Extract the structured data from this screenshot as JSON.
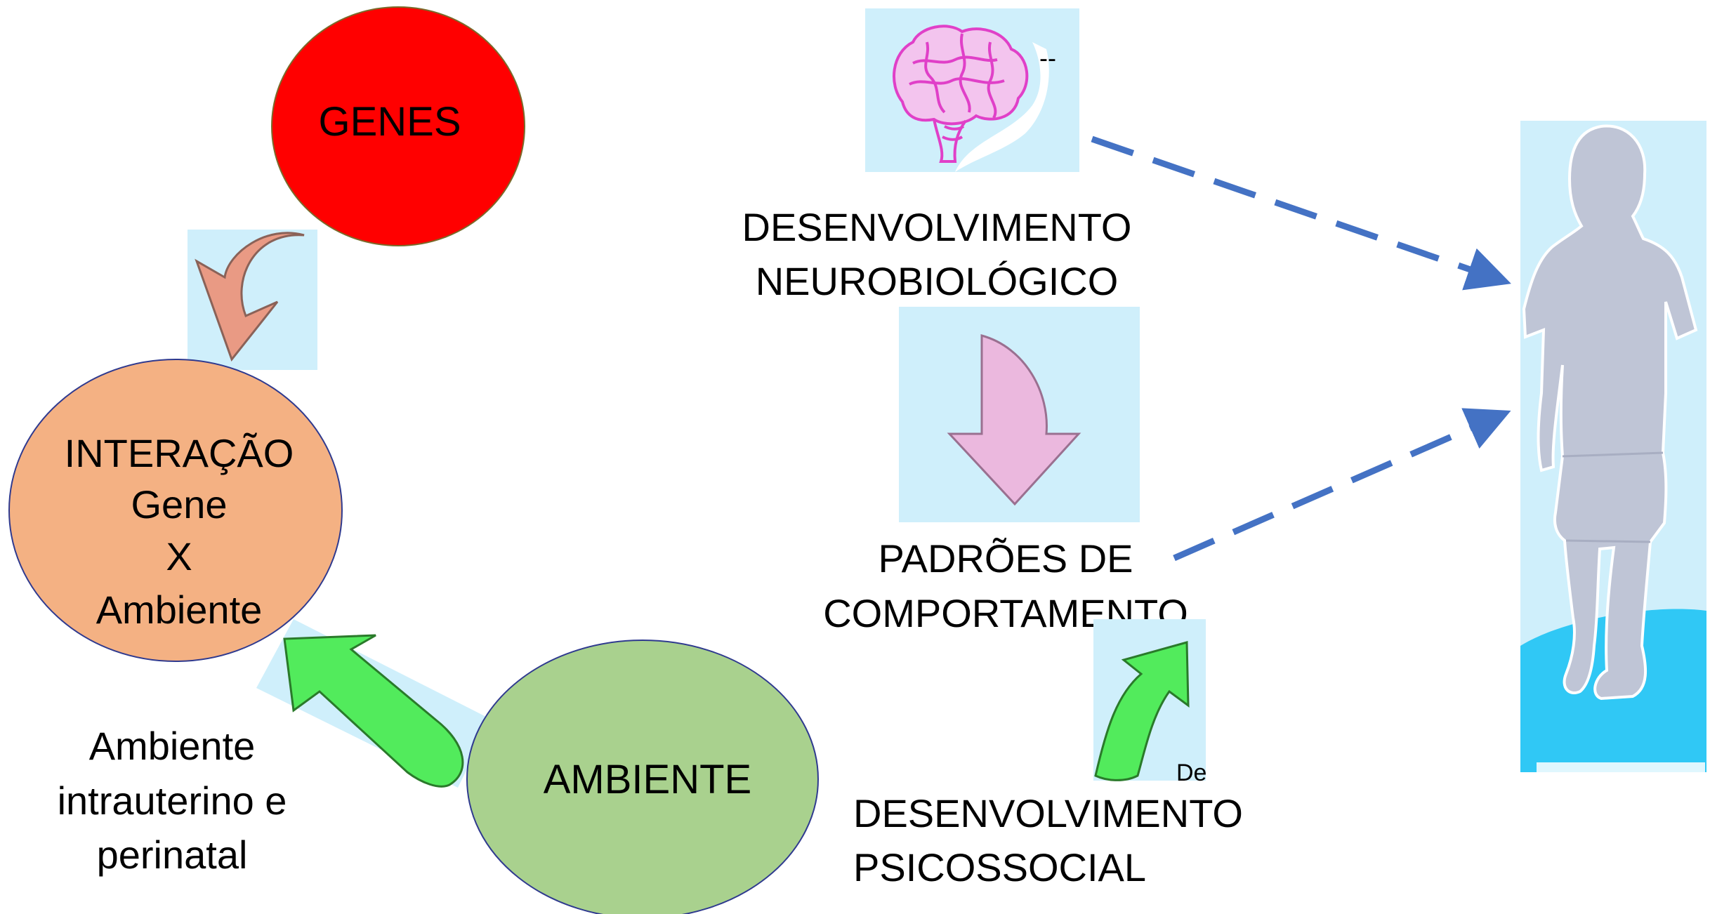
{
  "nodes": {
    "genes": {
      "label": "GENES",
      "color": "#ff0000",
      "text_color": "#ffffff"
    },
    "interacao": {
      "lines": [
        "INTERAÇÃO",
        "Gene",
        "X",
        "Ambiente"
      ],
      "color": "#f4b183"
    },
    "ambiente": {
      "label": "AMBIENTE",
      "color": "#a9d18e"
    }
  },
  "labels": {
    "ambiente_intrauterino": [
      "Ambiente",
      "intrauterino e",
      "perinatal"
    ],
    "desenvolvimento_neurobiologico": [
      "DESENVOLVIMENTO",
      "NEUROBIOLÓGICO"
    ],
    "padroes_comportamento": [
      "PADRÕES DE",
      "COMPORTAMENTO"
    ],
    "desenvolvimento_psicossocial": [
      "DESENVOLVIMENTO",
      "PSICOSSOCIAL"
    ]
  },
  "images": {
    "brain": {
      "icon": "brain-icon",
      "color": "#e040c8",
      "bg": "#cfeffb"
    },
    "child": {
      "icon": "child-silhouette-icon",
      "color": "#bfc5d6",
      "bg": "#cfeffb",
      "floor": "#30c8f5"
    }
  },
  "arrows": {
    "genes_to_interacao": {
      "color": "#e99a84"
    },
    "neuro_to_padroes": {
      "color": "#ebb8de"
    },
    "ambiente_to_interacao": {
      "color": "#52eb5c"
    },
    "psicossocial_up": {
      "color": "#52eb5c"
    },
    "dashed": {
      "color": "#4472c4"
    }
  },
  "fragments": {
    "brain_dash": "--",
    "small_text": "De"
  }
}
